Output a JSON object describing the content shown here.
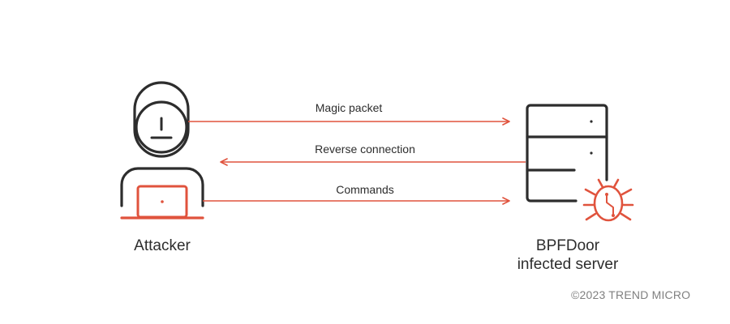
{
  "flows": {
    "magic_packet": "Magic packet",
    "reverse_connection": "Reverse connection",
    "commands": "Commands"
  },
  "nodes": {
    "attacker": "Attacker",
    "server_line1": "BPFDoor",
    "server_line2": "infected server"
  },
  "footer": {
    "copyright": "©2023 TREND MICRO"
  },
  "colors": {
    "accent": "#e0533d",
    "outline": "#2d2d2d",
    "muted": "#808080"
  },
  "icons": {
    "attacker": "hooded-attacker-with-laptop-icon",
    "server": "server-stack-icon",
    "malware": "bug-malware-icon"
  }
}
